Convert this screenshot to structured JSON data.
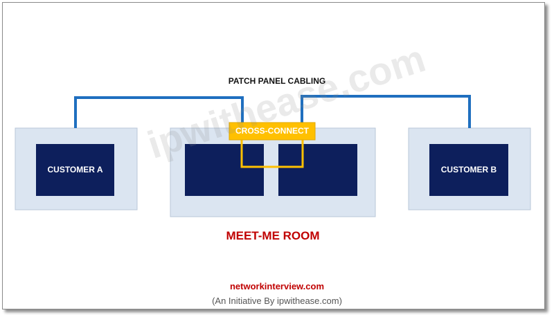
{
  "diagram": {
    "title": "PATCH PANEL CABLING",
    "customer_a": "CUSTOMER A",
    "customer_b": "CUSTOMER B",
    "cross_connect": "CROSS-CONNECT",
    "room_label": "MEET-ME ROOM"
  },
  "footer": {
    "site": "networkinterview.com",
    "initiative": "(An Initiative By ipwithease.com)"
  },
  "watermark": "ipwithease.com",
  "colors": {
    "container_fill": "#dbe5f1",
    "container_border": "#b8c7d8",
    "box_fill": "#0d1f5c",
    "cable": "#1f6fbf",
    "cross_connect": "#ffc000",
    "room_label": "#c00000"
  }
}
